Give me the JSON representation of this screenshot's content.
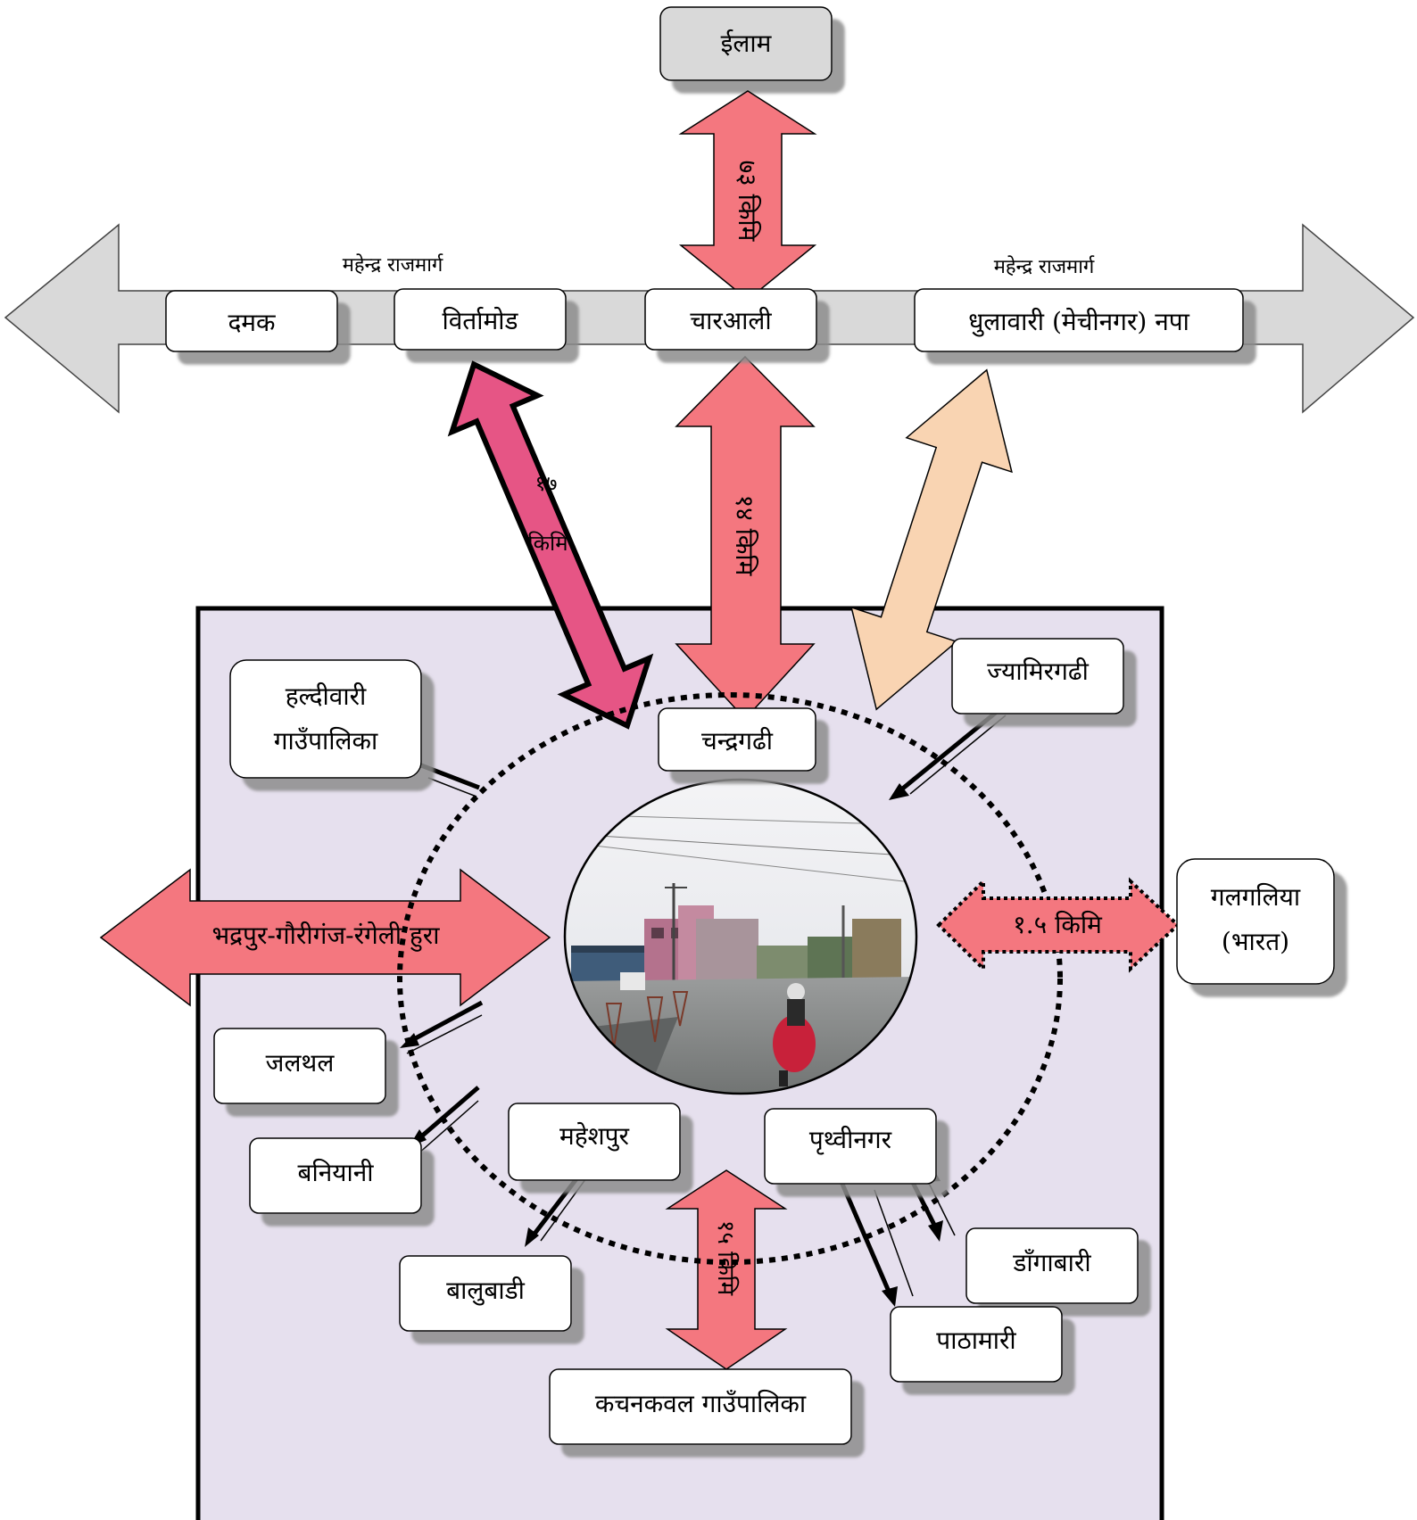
{
  "highway": {
    "label_left": "महेन्द्र राजमार्ग",
    "label_right": "महेन्द्र राजमार्ग"
  },
  "nodes": {
    "ilam": "ईलाम",
    "damak": "दमक",
    "birtamod": "विर्तामोड",
    "charali": "चारआली",
    "dhulabari": "धुलावारी (मेचीनगर) नपा",
    "chandragadhi": "चन्द्रगढी",
    "jyamirgadhi": "ज्यामिरगढी",
    "haldibari_line1": "हल्दीवारी",
    "haldibari_line2": "गाउँपालिका",
    "galgalia_line1": "गलगलिया",
    "galgalia_line2": "(भारत)",
    "jalthal": "जलथल",
    "baniyani": "बनियानी",
    "maheshpur": "महेशपुर",
    "balubadi": "बालुबाडी",
    "prithvinagar": "पृथ्वीनगर",
    "dangabari": "डाँगाबारी",
    "pathamari": "पाठामारी",
    "kachankawal": "कचनकवल गाउँपालिका"
  },
  "distances": {
    "ilam_charali": "७३ किमि",
    "birtamod_num": "१७",
    "birtamod_unit": "किमि",
    "charali_chandragadhi": "१४ किमि",
    "galgalia": "१.५ किमि",
    "kachankawal": "१५ किमि"
  },
  "bhadrapur_arrow": "भद्रपुर-गौरीगंज-रंगेली हुरा",
  "colors": {
    "box_fill": "#e6e0ee",
    "salmon_arrow": "#f4777f",
    "pink_arrow": "#e65585",
    "peach_arrow": "#f9d4b2",
    "grey_arrow": "#d9d9d9",
    "node_fill": "#ffffff"
  }
}
